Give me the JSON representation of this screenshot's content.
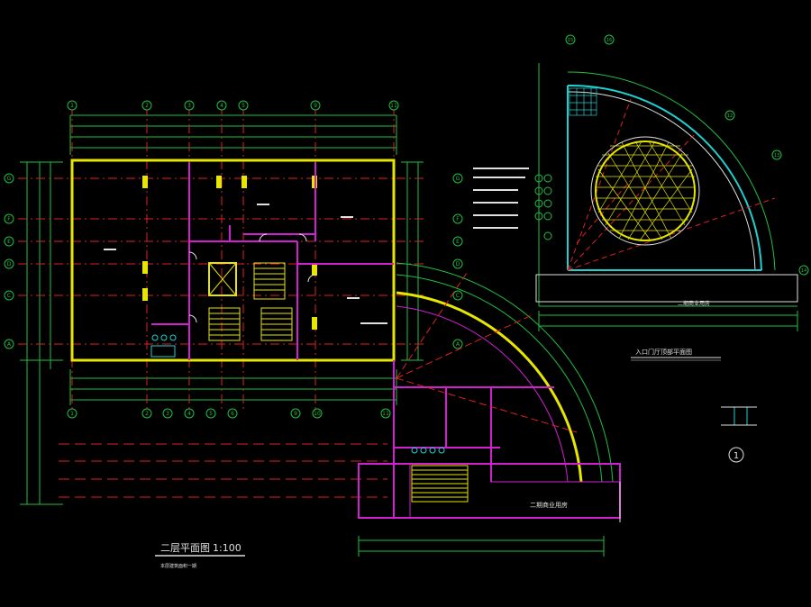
{
  "colors": {
    "background": "#000000",
    "wall": "#e6e600",
    "partition": "#d020d0",
    "axis": "#e02020",
    "dimension": "#20c040",
    "text": "#e0e0e0",
    "cyan": "#20d0d0"
  },
  "main_plan": {
    "title": "二层平面图",
    "scale": "1:100",
    "note": "本层建筑面积一期"
  },
  "entrance_plan": {
    "title": "入口门厅顶部平面图",
    "room_label": "二期商业用房"
  },
  "extension": {
    "room_label": "二期商业用房"
  },
  "detail_marker": {
    "number": "1"
  },
  "grid_labels": {
    "top": [
      "1",
      "2",
      "3",
      "4",
      "5",
      "9",
      "11"
    ],
    "bottom": [
      "1",
      "2",
      "3",
      "4",
      "5",
      "6",
      "9",
      "10",
      "11"
    ],
    "left": [
      "G",
      "F",
      "E",
      "D",
      "C",
      "A"
    ],
    "right": [
      "G",
      "F",
      "E",
      "D",
      "C",
      "A"
    ],
    "entrance_top": [
      "15",
      "16"
    ],
    "entrance_right": [
      "14",
      "13",
      "12"
    ]
  }
}
